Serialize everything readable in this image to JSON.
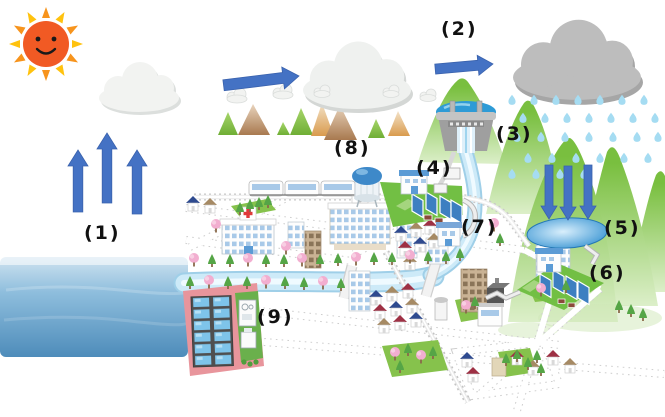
{
  "diagram": {
    "title": "water-cycle-city-diagram",
    "description": "Illustrated water cycle over a town: sea evaporation, cloud transport, rain, dam, purification plant, infiltration, pumping, water tower, sewage treatment"
  },
  "labels": {
    "step1": "(1)",
    "step2": "(2)",
    "step3": "(3)",
    "step4": "(4)",
    "step5": "(5)",
    "step6": "(6)",
    "step7": "(7)",
    "step8": "(8)",
    "step9": "(9)"
  },
  "colors": {
    "arrow_blue": "#4472c4",
    "arrow_edge": "#3a62ad",
    "sun_body": "#f15a24",
    "sun_ray_a": "#f7941d",
    "sun_ray_b": "#ffc20e",
    "cloud_white": "#f2f3f1",
    "cloud_shade": "#dcdfdd",
    "cloud_dark": "#bdbdbd",
    "raindrop": "#a5dcf2",
    "mountain_green_top": "#79bf3f",
    "mountain_green_bottom": "#dcefc9",
    "hill_green": "#8cc63f",
    "hill_brown": "#b5835a",
    "hill_tan": "#dfa55e",
    "sea_top": "#cfe3f0",
    "sea_mid": "#8fbedd",
    "sea_bottom": "#4e8cba",
    "river_edge": "#9fcfe8",
    "river_fill": "#cdeaf8",
    "river_center": "#effaff",
    "pond_edge": "#2f8fd0",
    "pond_center": "#d9effc",
    "dam_gray": "#9f9f9f",
    "reservoir_blue": "#2e9bd6",
    "platform_green": "#72bf44",
    "platform_pink": "#e8959c",
    "panel_blue": "#3d7fc1",
    "pool_blue": "#7ec4ea",
    "tree_green": "#55a546",
    "tree_pink": "#f2aed0",
    "roof_navy": "#2e4a8f",
    "roof_red": "#9e3044",
    "roof_brown": "#a68a64",
    "window_blue": "#a8c9e8"
  },
  "icons": {
    "sun": "sun-icon: smiling orange sun with rays",
    "cloud": "cloud-icon: white puffy cloud",
    "rain_cloud": "rain-cloud-icon: gray cloud with raindrops",
    "up_arrows": "evaporation-arrows-icon: three blue up arrows",
    "right_arrow": "transport-arrow-icon: blue right arrow",
    "down_arrows": "infiltration-arrows-icon: three blue down arrows",
    "dam": "dam-icon: gray dam with blue reservoir",
    "water_tower": "water-tower-icon: blue dome tank",
    "train": "train-icon: commuter train on elevated rail",
    "hospital": "hospital-icon: building with red cross",
    "tree": "tree-icon",
    "cherry_tree": "cherry-tree-icon"
  }
}
